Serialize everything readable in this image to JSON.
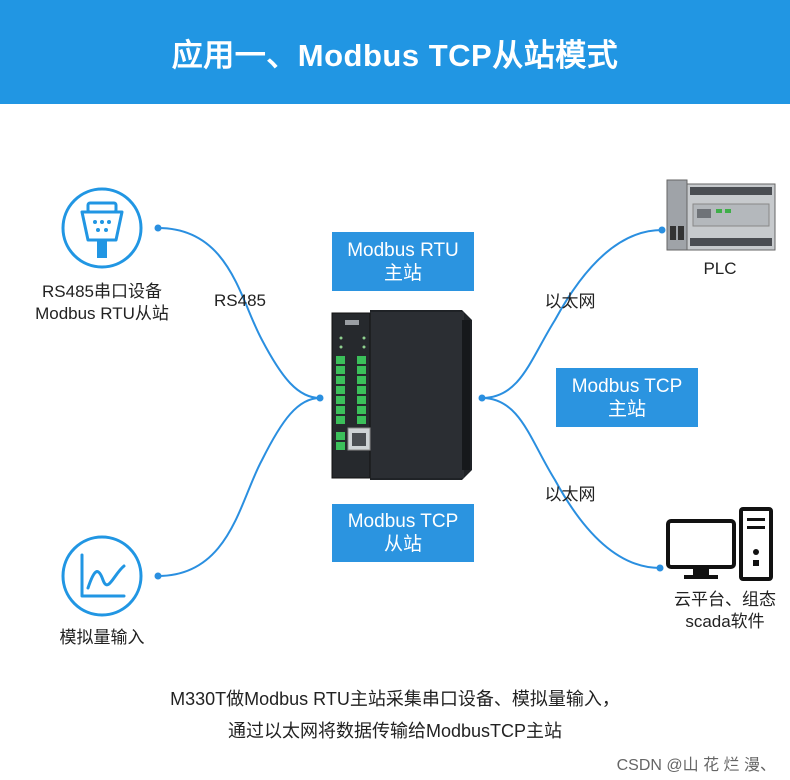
{
  "header": {
    "title": "应用一、Modbus TCP从站模式"
  },
  "left_devices": {
    "serial": {
      "icon": "serial-connector-icon",
      "line1": "RS485串口设备",
      "line2": "Modbus RTU从站"
    },
    "analog": {
      "icon": "analog-signal-icon",
      "line1": "模拟量输入"
    }
  },
  "links": {
    "rs485": "RS485",
    "ethernet_top": "以太网",
    "ethernet_bottom": "以太网"
  },
  "badges": {
    "rtu_master": {
      "line1": "Modbus RTU",
      "line2": "主站"
    },
    "tcp_slave": {
      "line1": "Modbus TCP",
      "line2": "从站"
    },
    "tcp_master": {
      "line1": "Modbus TCP",
      "line2": "主站"
    }
  },
  "right_devices": {
    "plc": {
      "icon": "plc-icon",
      "label": "PLC"
    },
    "computer": {
      "icon": "computer-icon",
      "line1": "云平台、组态",
      "line2": "scada软件"
    }
  },
  "center_device": {
    "icon": "io-module-icon"
  },
  "footer": {
    "line1": "M330T做Modbus RTU主站采集串口设备、模拟量输入，",
    "line2": "通过以太网将数据传输给ModbusTCP主站"
  },
  "watermark": "CSDN @山 花 烂 漫、",
  "colors": {
    "header": "#2196e3",
    "badge": "#2b94e0",
    "line": "#2a8fe0"
  }
}
